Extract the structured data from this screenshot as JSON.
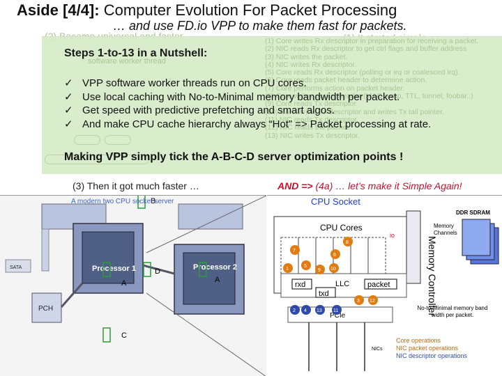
{
  "slide": {
    "title_bold": "Aside [4/4]:",
    "title_rest": " Computer Evolution For Packet Processing",
    "subtitle": "… and use FD.io VPP to make them fast for packets."
  },
  "overlay": {
    "heading": "Steps 1-to-13 in a Nutshell:",
    "bullets": [
      "VPP software worker threads run on CPU cores.",
      "Use local caching with No-to-Minimal memory bandwidth per packet.",
      "Get speed with predictive prefetching and smart algos.",
      "And make CPU cache hierarchy always “Hot” => Packet processing at rate."
    ],
    "check_glyph": "✓",
    "tick_line": "Making VPP simply tick the A-B-C-D server optimization points !",
    "ghost_left_title": "(2) Became universal and faster …",
    "ghost_right_title": "(1) It started simple …",
    "ghost_worker": "software worker thread",
    "ghost_steps": [
      "(1)  Core writes Rx descriptor in preparation for receiving a packet.",
      "(2)  NIC reads Rx descriptor to get ctrl flags and buffer address",
      "(3)  NIC writes the packet.",
      "(4)  NIC writes Rx descriptor.",
      "(5)  Core reads Rx descriptor (polling or irq or coalesced irq).",
      "(6)  Core reads packet header to determine action.",
      "(7)  Core performs action on packet header.",
      "(8)  Core writes packet header (MAC swap, TTL, tunnel, foobar..)",
      "(9)  Core reads Tx descriptor.",
      "(10) Core writes Tx descriptor and writes Tx tail pointer.",
      "(11) NIC reads Tx descriptor.",
      "(12) NIC reads the packet.",
      "(13) NIC writes Tx descriptor."
    ]
  },
  "sections": {
    "then_faster": "(3) Then it got much faster …",
    "and_arrow": "AND =>",
    "and_rest": " (4a) … let’s make it Simple Again!",
    "server_label": "A modern two CPU socket server",
    "socket_label": "CPU Socket"
  },
  "server": {
    "processor1": "Processor 1",
    "processor2": "Processor 2",
    "pch": "PCH",
    "sata": "SATA",
    "points": [
      "A",
      "B",
      "C",
      "D",
      "A"
    ]
  },
  "socket": {
    "cpu_cores": "CPU Cores",
    "memory_controller": "Memory Controller",
    "ddr": "DDR SDRAM",
    "memory_channels": "Memory Channels",
    "rxd": "rxd",
    "txd": "txd",
    "llc": "LLC",
    "packet": "packet",
    "pcie": "PCIe",
    "nics": "NICs",
    "fdio": "io",
    "step_nums": [
      "1",
      "2",
      "3",
      "4",
      "5",
      "6",
      "7",
      "8",
      "9",
      "10",
      "11",
      "12",
      "13"
    ],
    "no_to_min": "No-to-Minimal memory band width per packet.",
    "legend_core": "Core operations",
    "legend_pkt": "NIC packet operations",
    "legend_desc": "NIC descriptor operations"
  },
  "colors": {
    "overlay_bg": "#d6ebc8",
    "accent_red": "#c8102e",
    "core_orange": "#e07c12",
    "desc_blue": "#2f4aa8",
    "green_point": "#2a9d3a"
  }
}
